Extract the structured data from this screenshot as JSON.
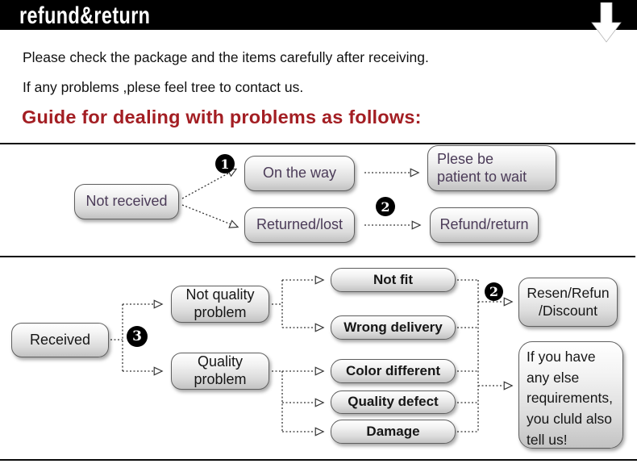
{
  "header": {
    "title": "refund&return",
    "arrow_icon": "down-arrow"
  },
  "intro": {
    "line1": "Please check the package and the items carefully after receiving.",
    "line2": "If any problems ,plese feel tree to contact us."
  },
  "guide_heading": "Guide for dealing with problems as follows:",
  "colors": {
    "heading_red": "#a31e23",
    "flow1_text_purple": "#4b3b58",
    "header_bg": "#000000",
    "box_border": "#5f5f5f"
  },
  "badges": {
    "one": "1",
    "two": "2",
    "three": "3"
  },
  "flow1": {
    "not_received": "Not received",
    "on_the_way": "On the way",
    "returned_lost": "Returned/lost",
    "please_wait": [
      "Plese be",
      "patient to wait"
    ],
    "refund_return": "Refund/return"
  },
  "flow2": {
    "received": "Received",
    "not_quality_problem": [
      "Not quality",
      "problem"
    ],
    "quality_problem": [
      "Quality",
      "problem"
    ],
    "not_fit": "Not fit",
    "wrong_delivery": "Wrong delivery",
    "color_different": "Color different",
    "quality_defect": "Quality defect",
    "damage": "Damage",
    "resend_refund_discount": [
      "Resen/Refun",
      "/Discount"
    ],
    "more_requirements": [
      "If you have",
      "any else",
      "requirements,",
      "you cluld also",
      "tell us!"
    ]
  }
}
